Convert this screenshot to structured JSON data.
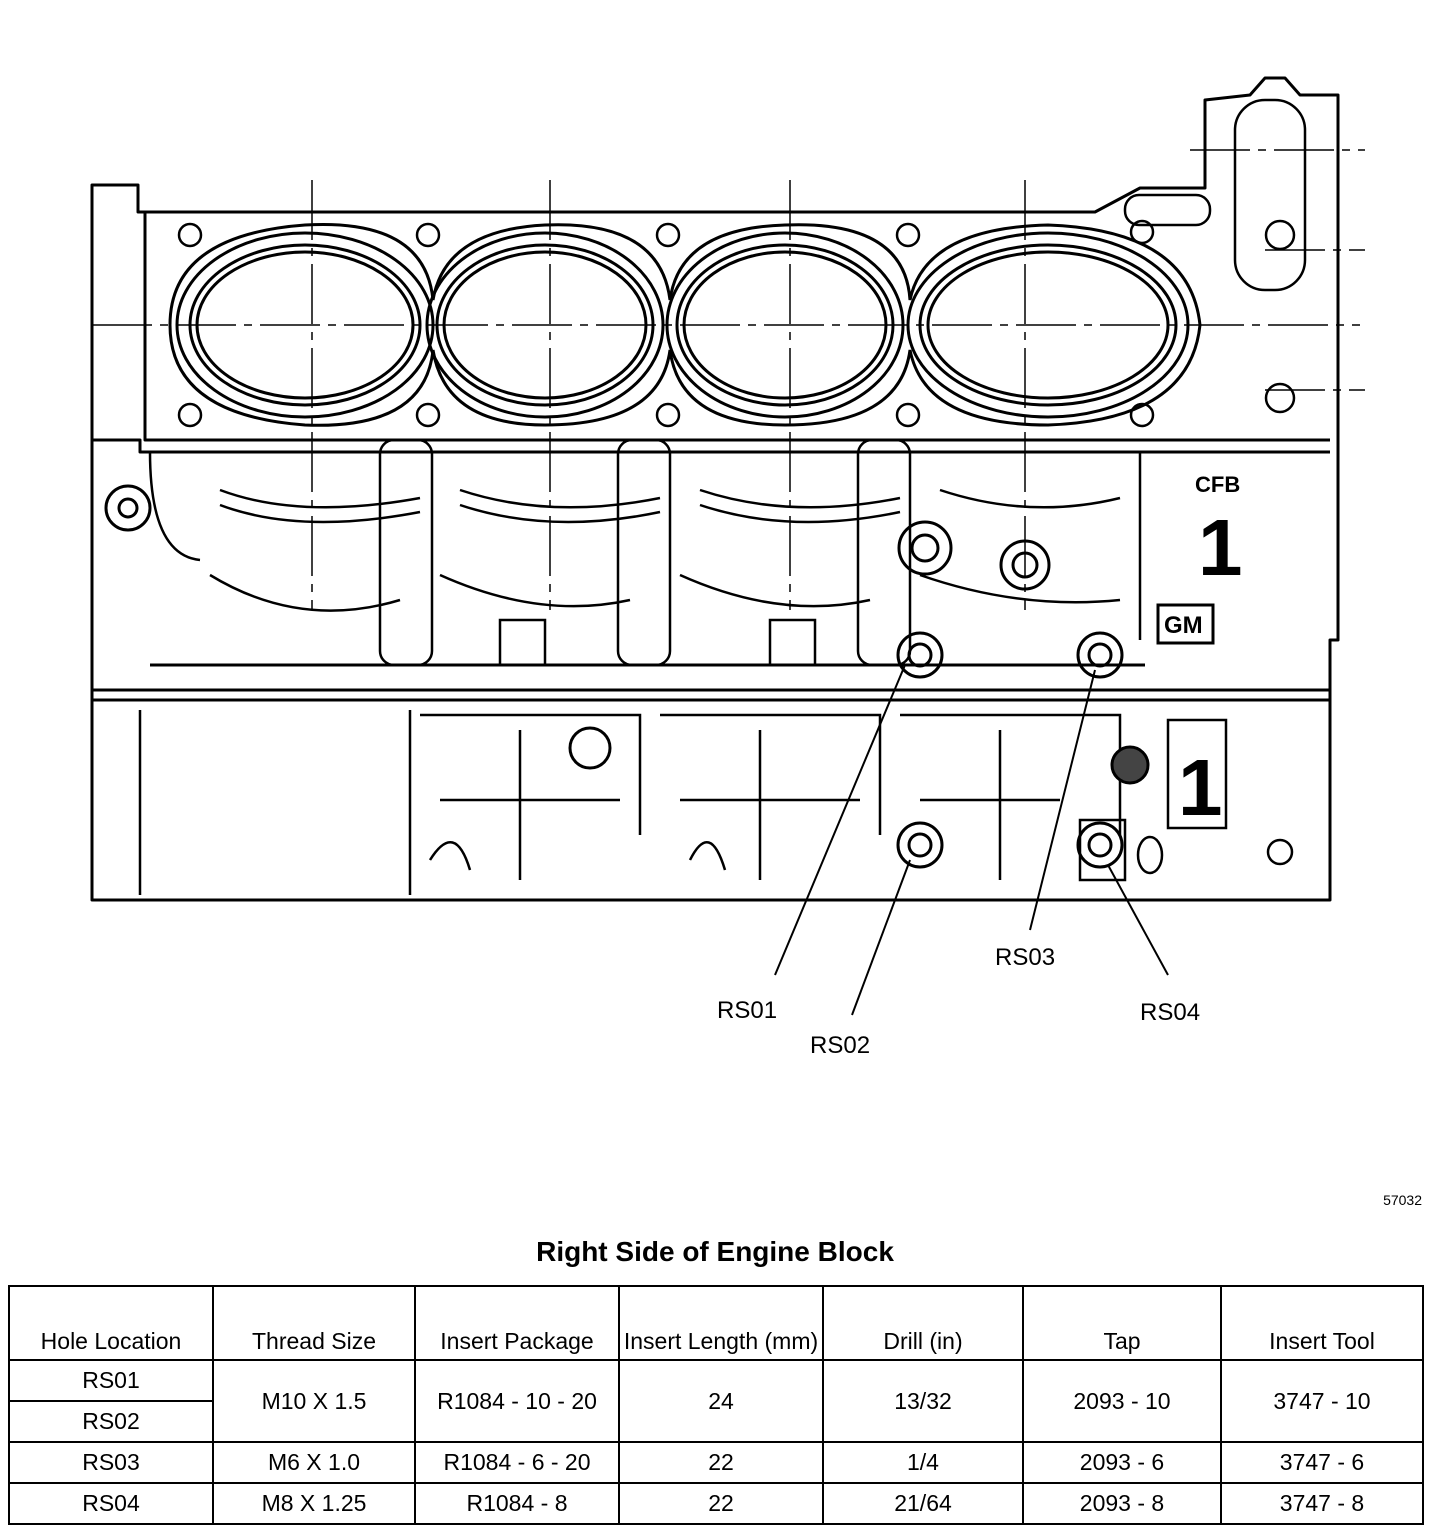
{
  "figure": {
    "callouts": [
      "RS01",
      "RS02",
      "RS03",
      "RS04"
    ],
    "markings": {
      "casting_code": "CFB",
      "cylinder_mark": "1",
      "logo": "GM",
      "bank_mark": "1"
    },
    "figure_number": "57032"
  },
  "table": {
    "title": "Right Side of Engine Block",
    "headers": [
      "Hole Location",
      "Thread Size",
      "Insert Package",
      "Insert Length (mm)",
      "Drill (in)",
      "Tap",
      "Insert Tool"
    ],
    "rows": [
      {
        "hole": "RS01",
        "thread": "M10 X 1.5",
        "package": "R1084 - 10 - 20",
        "length": "24",
        "drill": "13/32",
        "tap": "2093 - 10",
        "tool": "3747 - 10"
      },
      {
        "hole": "RS02"
      },
      {
        "hole": "RS03",
        "thread": "M6 X 1.0",
        "package": "R1084 - 6 - 20",
        "length": "22",
        "drill": "1/4",
        "tap": "2093 - 6",
        "tool": "3747 - 6"
      },
      {
        "hole": "RS04",
        "thread": "M8 X 1.25",
        "package": "R1084 - 8",
        "length": "22",
        "drill": "21/64",
        "tap": "2093 - 8",
        "tool": "3747 - 8"
      }
    ]
  }
}
